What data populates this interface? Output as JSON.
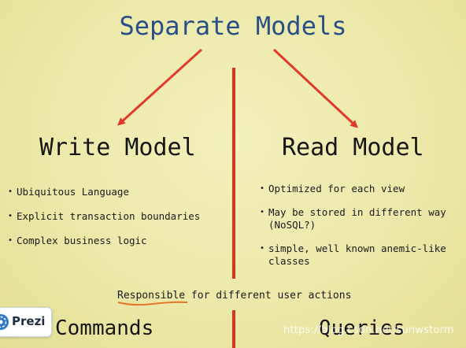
{
  "slide": {
    "title": "Separate Models",
    "left_column": {
      "heading": "Write Model",
      "items": [
        "Ubiquitous Language",
        "Explicit transaction boundaries",
        "Complex business logic"
      ]
    },
    "right_column": {
      "heading": "Read Model",
      "items": [
        "Optimized for each view",
        "May be stored in different way (NoSQL?)",
        "simple, well known anemic-like classes"
      ]
    },
    "responsible_word": "Responsible",
    "responsible_rest": " for different user actions",
    "bottom_left": "Commands",
    "bottom_right": "Queries"
  },
  "badge": {
    "label": "Prezi",
    "icon": "prezi-logo-icon"
  },
  "watermark": "https://blog.csdn.net/sunwstorm",
  "colors": {
    "title": "#2a4f86",
    "arrow": "#e03a2a",
    "divider": "#d8361f",
    "underline": "#e8742a",
    "background": "#ece9aa"
  }
}
